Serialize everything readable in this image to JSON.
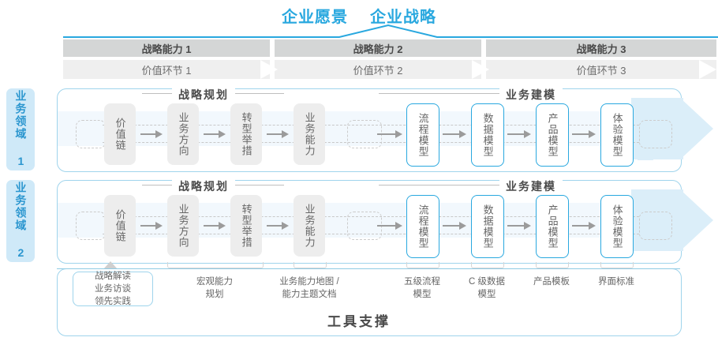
{
  "vision": {
    "titles": [
      "企业愿景",
      "企业战略"
    ],
    "color": "#29a8df"
  },
  "capabilities": [
    {
      "label": "战略能力 1"
    },
    {
      "label": "战略能力 2"
    },
    {
      "label": "战略能力 3"
    }
  ],
  "value_chain": [
    {
      "label": "价值环节 1"
    },
    {
      "label": "价值环节 2"
    },
    {
      "label": "价值环节 3"
    }
  ],
  "domains": [
    {
      "tag": "业务领域 1",
      "sections": [
        {
          "title": "战略规划"
        },
        {
          "title": "业务建模"
        }
      ],
      "steps": [
        {
          "label": "价值链",
          "style": "gray"
        },
        {
          "label": "业务方向",
          "style": "gray"
        },
        {
          "label": "转型举措",
          "style": "gray"
        },
        {
          "label": "业务能力",
          "style": "gray"
        },
        {
          "label": "流程模型",
          "style": "blue"
        },
        {
          "label": "数据模型",
          "style": "blue"
        },
        {
          "label": "产品模型",
          "style": "blue"
        },
        {
          "label": "体验模型",
          "style": "blue"
        }
      ]
    },
    {
      "tag": "业务领域 2",
      "sections": [
        {
          "title": "战略规划"
        },
        {
          "title": "业务建模"
        }
      ],
      "steps": [
        {
          "label": "价值链",
          "style": "gray"
        },
        {
          "label": "业务方向",
          "style": "gray"
        },
        {
          "label": "转型举措",
          "style": "gray"
        },
        {
          "label": "业务能力",
          "style": "gray"
        },
        {
          "label": "流程模型",
          "style": "blue"
        },
        {
          "label": "数据模型",
          "style": "blue"
        },
        {
          "label": "产品模型",
          "style": "blue"
        },
        {
          "label": "体验模型",
          "style": "blue"
        }
      ]
    }
  ],
  "tools": {
    "title": "工具支撑",
    "highlight_box": "战略解读\n业务访谈\n领先实践",
    "labels": [
      {
        "text": "宏观能力\n规划"
      },
      {
        "text": "业务能力地图 /\n能力主题文档"
      },
      {
        "text": "五级流程\n模型"
      },
      {
        "text": "C 级数据\n模型"
      },
      {
        "text": "产品模板"
      },
      {
        "text": "界面标准"
      }
    ]
  },
  "colors": {
    "accent": "#29a8df",
    "panel_border": "#9fd4ec",
    "gray_bar": "#d4d6d6",
    "light_bar": "#efefef",
    "band": "#f2f8fd",
    "arrow_band": "#dbeef9",
    "tag_bg": "#cfe9f8"
  }
}
